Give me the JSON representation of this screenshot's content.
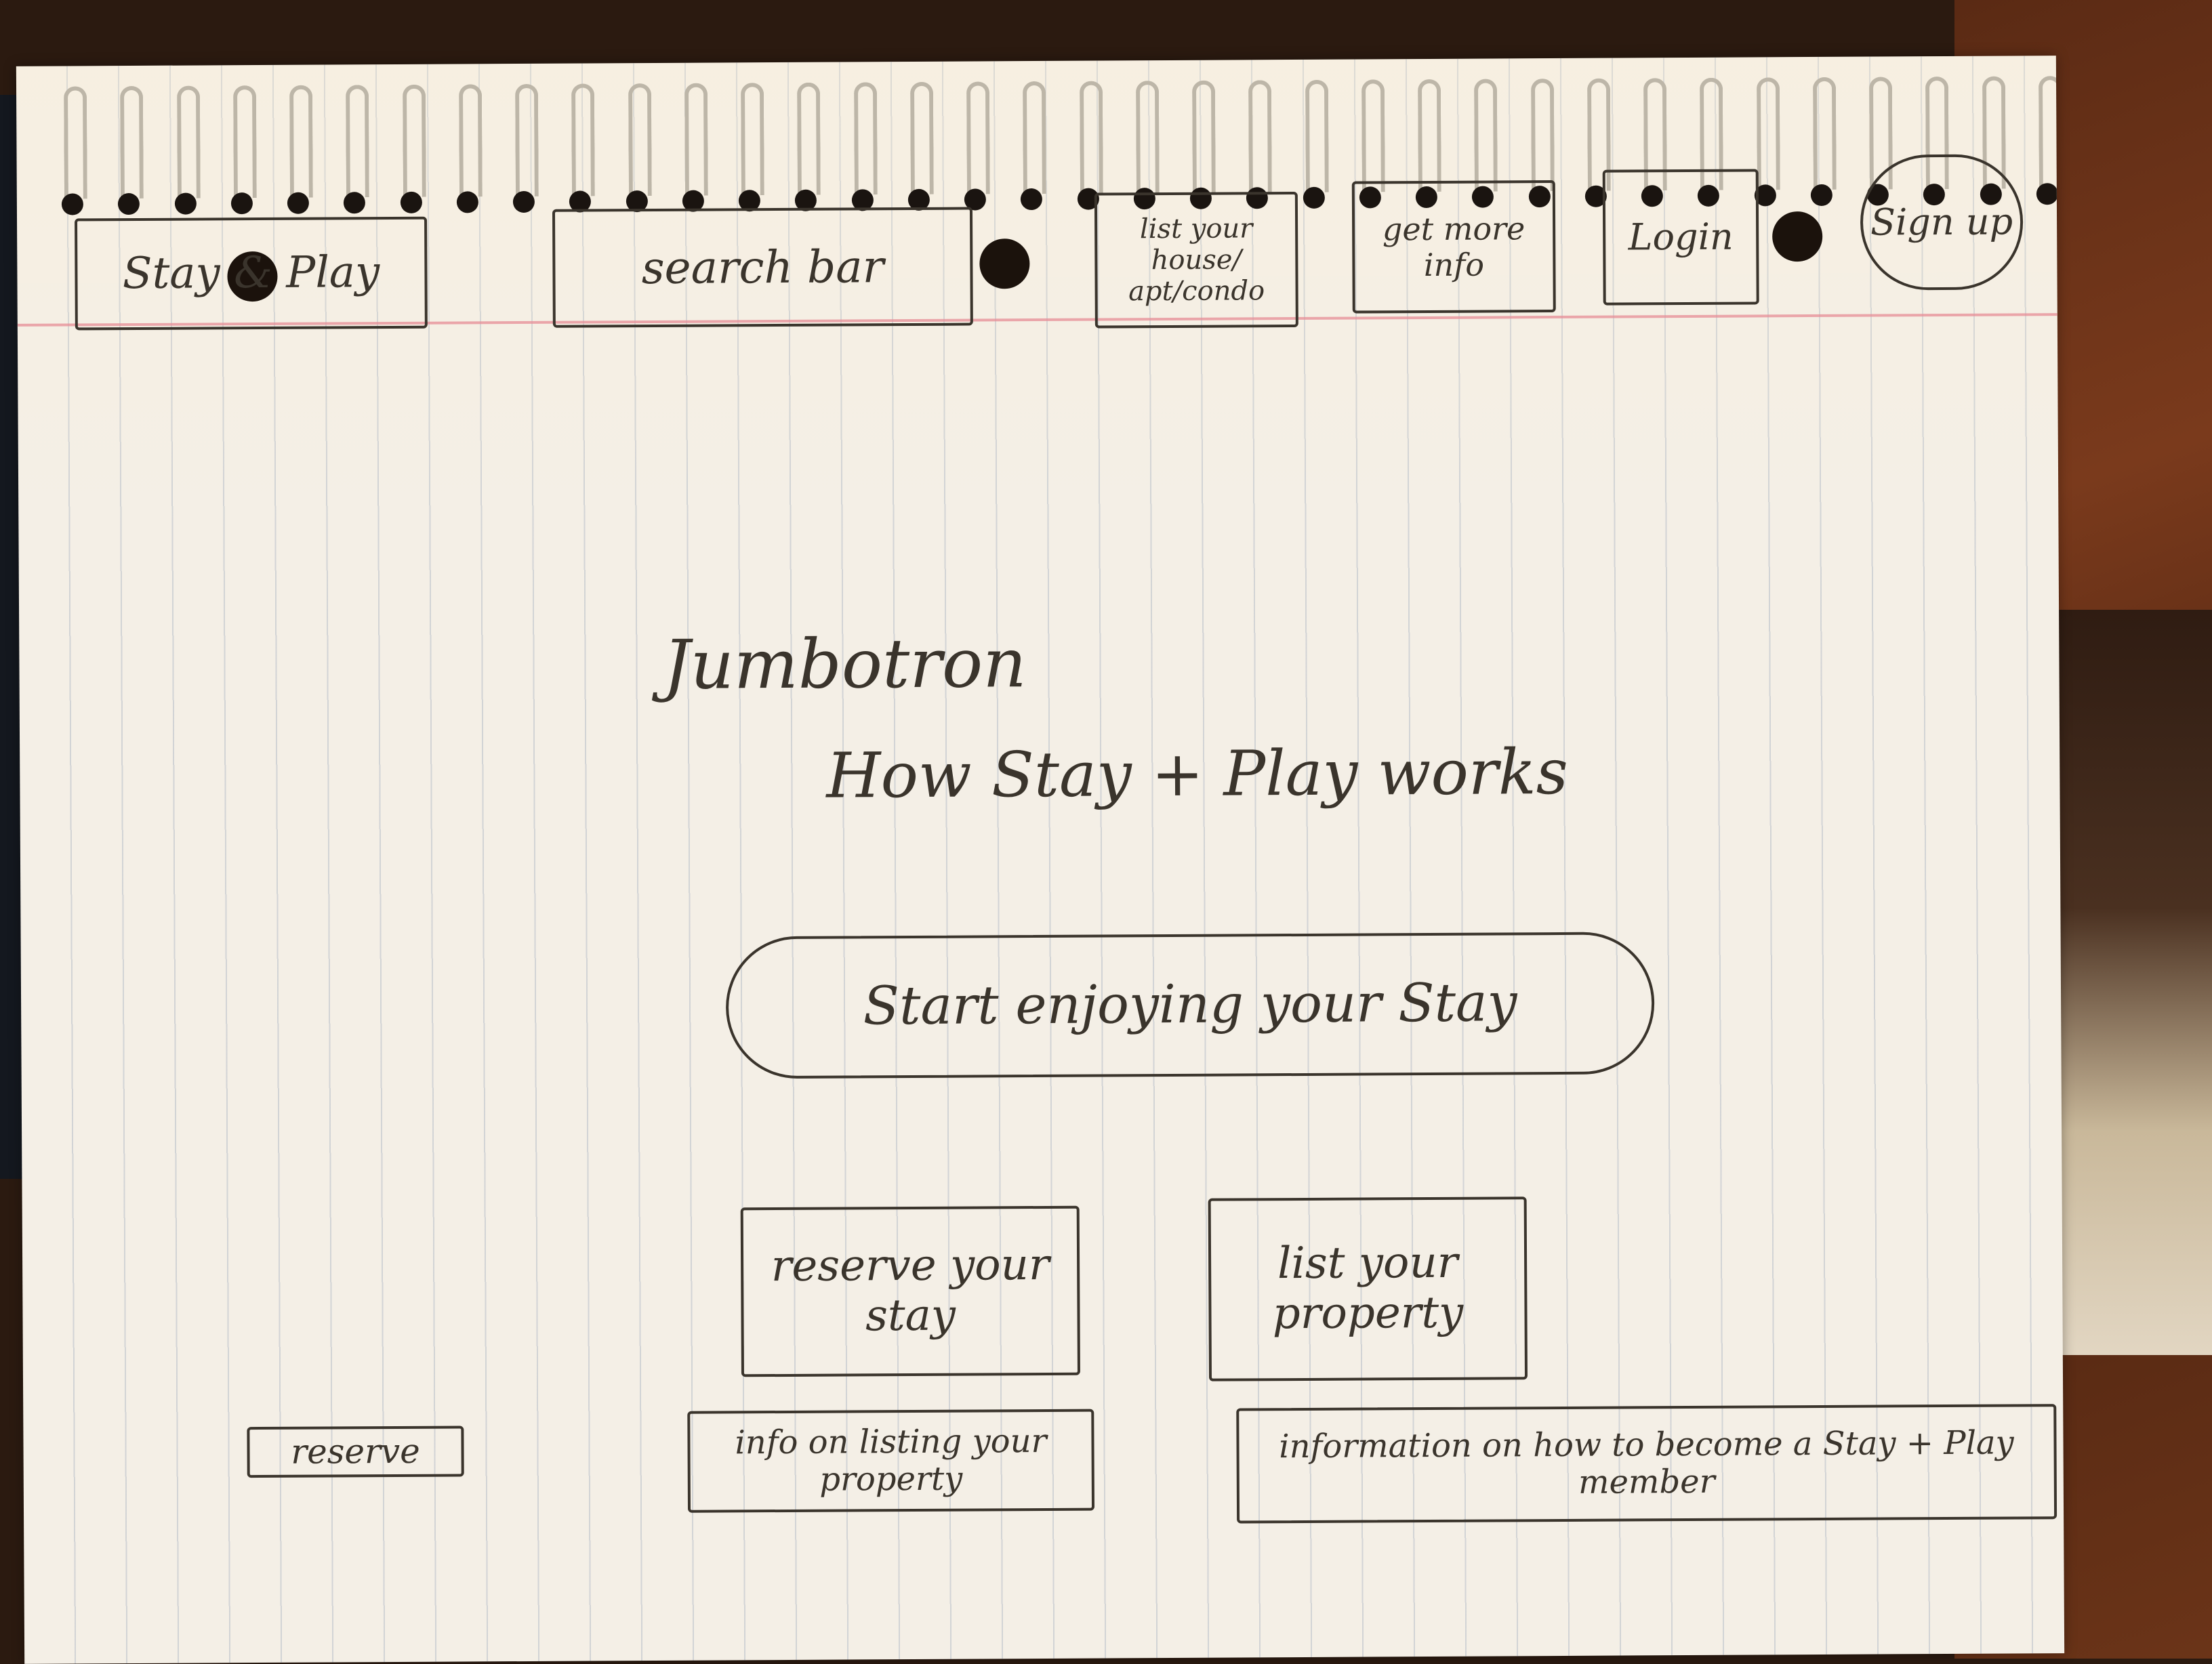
{
  "nav": {
    "brand": "Stay & Play",
    "search": "search bar",
    "list_home": "list your house/ apt/condo",
    "more_info": "get more info",
    "login": "Login",
    "signup": "Sign up"
  },
  "hero": {
    "title": "Jumbotron",
    "subtitle": "How Stay + Play works",
    "cta": "Start enjoying your Stay"
  },
  "cards": {
    "reserve_stay": "reserve your stay",
    "list_property": "list your property"
  },
  "links": {
    "reserve": "reserve",
    "listing_info": "info on listing your property",
    "member_info": "information on how to become a Stay + Play member"
  },
  "colors": {
    "paper": "#f4efe6",
    "ink": "#3a342c",
    "rule": "#8c9cb4",
    "margin": "#e68c96"
  }
}
